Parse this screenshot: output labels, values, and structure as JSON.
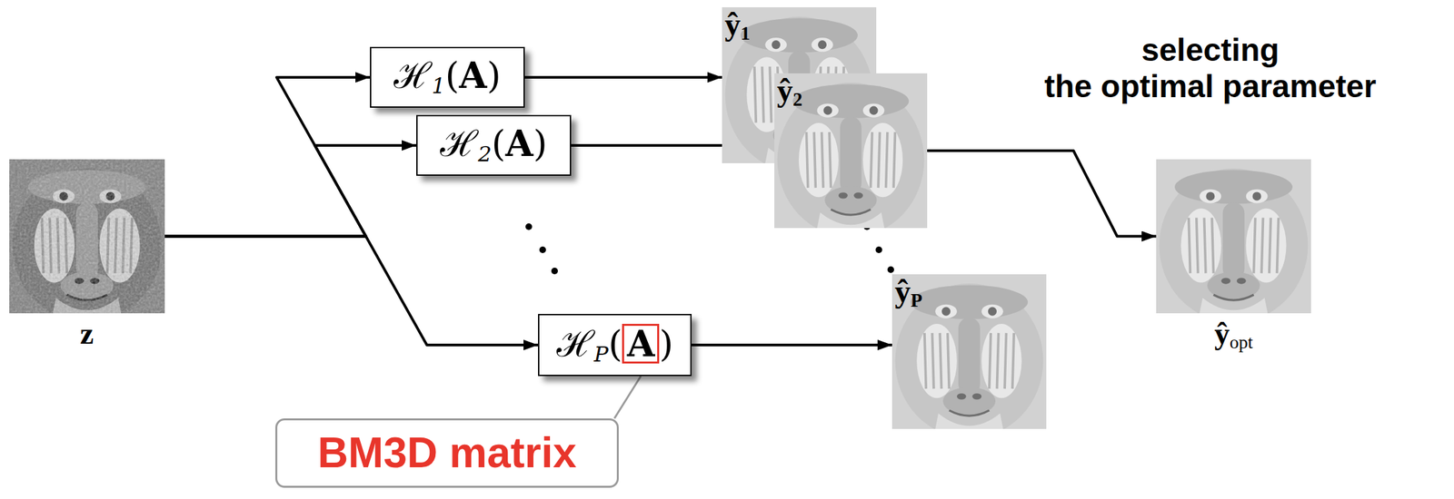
{
  "diagram": {
    "nodes": [
      {
        "text": [
          "z"
        ]
      },
      {
        "text": [
          "ℋ1(A)"
        ]
      },
      {
        "text": [
          "ℋ2(A)"
        ]
      },
      {
        "text": [
          "ℋP(A)"
        ]
      },
      {
        "text": [
          "BM3D matrix"
        ]
      },
      {
        "text": [
          "ŷ1"
        ]
      },
      {
        "text": [
          "ŷ2"
        ]
      },
      {
        "text": [
          "ŷP"
        ]
      },
      {
        "text": [
          "ŷopt"
        ]
      }
    ],
    "edges": [
      {
        "from": 0,
        "to": 1,
        "arrow": "to"
      },
      {
        "from": 0,
        "to": 2,
        "arrow": "to"
      },
      {
        "from": 0,
        "to": 3,
        "arrow": "to"
      },
      {
        "from": 1,
        "to": 5,
        "arrow": "to"
      },
      {
        "from": 2,
        "to": 6,
        "arrow": "to"
      },
      {
        "from": 3,
        "to": 7,
        "arrow": "to"
      },
      {
        "from": 6,
        "to": 8,
        "label": "selecting the optimal parameter",
        "arrow": "to"
      },
      {
        "from": 4,
        "to": 3,
        "arrow": "none"
      }
    ]
  }
}
